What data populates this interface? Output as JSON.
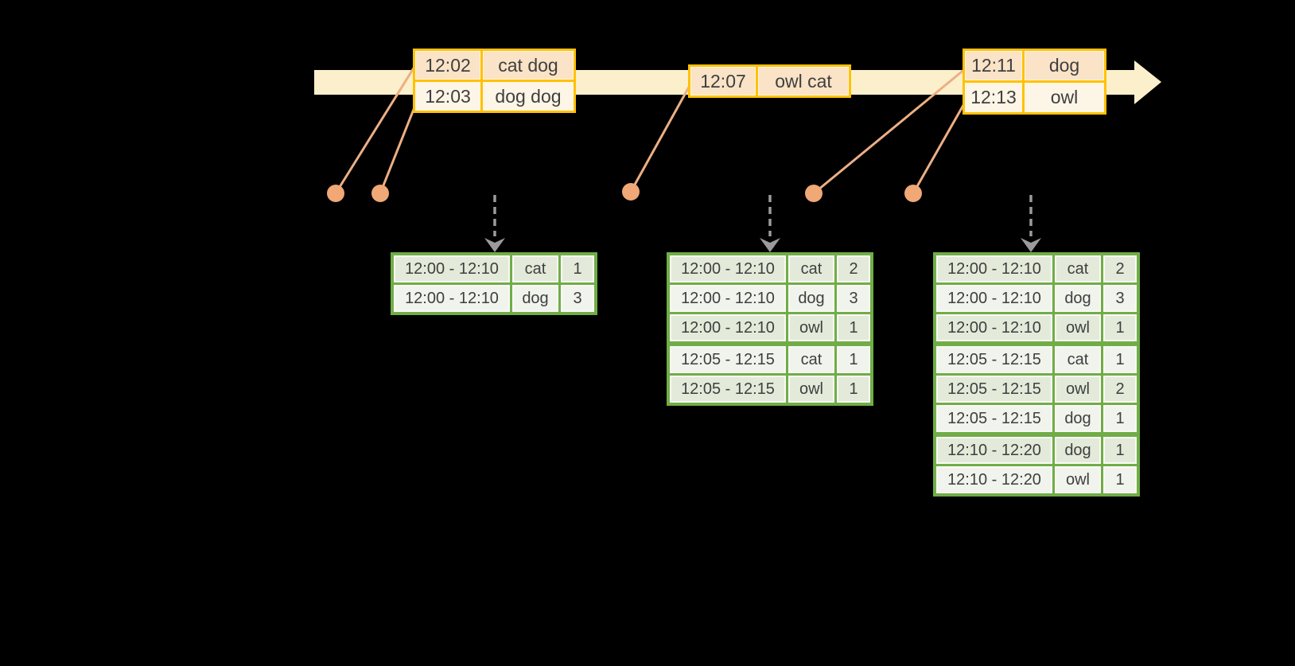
{
  "diagram": {
    "background": "#000000",
    "colors": {
      "timeline_fill": "#FBF0CB",
      "event_table_border": "#FFC103",
      "event_row_dark": "#FAE3C6",
      "event_row_light": "#FDF5E6",
      "result_table_border": "#70AD47",
      "result_row_dark": "#E3EADA",
      "result_row_light": "#F0F4ED",
      "connector_line": "#EDAF83",
      "event_dot": "#F0A876",
      "trigger_arrow": "#9B9B9B",
      "text": "#3F3F3F"
    }
  },
  "event_tables": [
    {
      "rows": [
        {
          "time": "12:02",
          "words": "cat dog"
        },
        {
          "time": "12:03",
          "words": "dog dog"
        }
      ]
    },
    {
      "rows": [
        {
          "time": "12:07",
          "words": "owl cat"
        }
      ]
    },
    {
      "rows": [
        {
          "time": "12:11",
          "words": "dog"
        },
        {
          "time": "12:13",
          "words": "owl"
        }
      ]
    }
  ],
  "result_tables": [
    {
      "rows": [
        {
          "window": "12:00 - 12:10",
          "word": "cat",
          "count": "1"
        },
        {
          "window": "12:00 - 12:10",
          "word": "dog",
          "count": "3"
        }
      ]
    },
    {
      "rows": [
        {
          "window": "12:00 - 12:10",
          "word": "cat",
          "count": "2"
        },
        {
          "window": "12:00 - 12:10",
          "word": "dog",
          "count": "3"
        },
        {
          "window": "12:00 - 12:10",
          "word": "owl",
          "count": "1"
        },
        {
          "window": "12:05 - 12:15",
          "word": "cat",
          "count": "1"
        },
        {
          "window": "12:05 - 12:15",
          "word": "owl",
          "count": "1"
        }
      ]
    },
    {
      "rows": [
        {
          "window": "12:00 - 12:10",
          "word": "cat",
          "count": "2"
        },
        {
          "window": "12:00 - 12:10",
          "word": "dog",
          "count": "3"
        },
        {
          "window": "12:00 - 12:10",
          "word": "owl",
          "count": "1"
        },
        {
          "window": "12:05 - 12:15",
          "word": "cat",
          "count": "1"
        },
        {
          "window": "12:05 - 12:15",
          "word": "owl",
          "count": "2"
        },
        {
          "window": "12:05 - 12:15",
          "word": "dog",
          "count": "1"
        },
        {
          "window": "12:10 - 12:20",
          "word": "dog",
          "count": "1"
        },
        {
          "window": "12:10 - 12:20",
          "word": "owl",
          "count": "1"
        }
      ]
    }
  ]
}
